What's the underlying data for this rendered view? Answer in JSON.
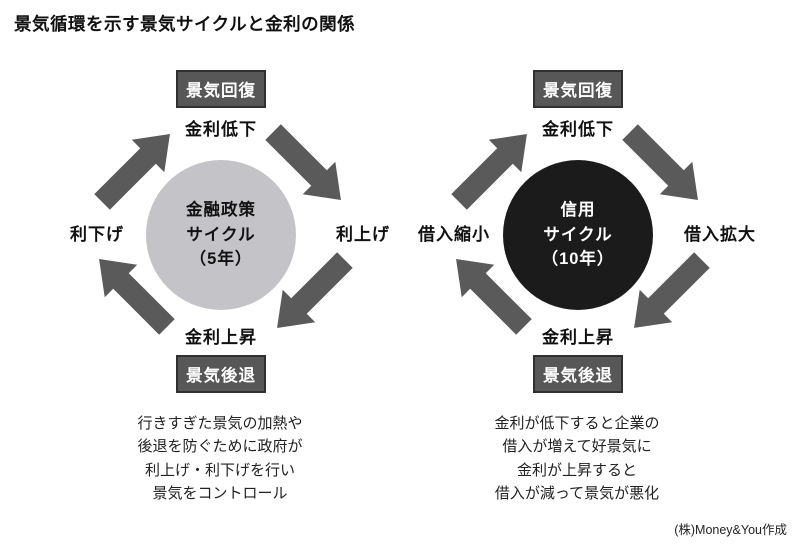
{
  "title": "景気循環を示す景気サイクルと金利の関係",
  "colors": {
    "box_fill": "#575757",
    "arrow": "#5a5a5a",
    "circle_monetary": "#c4c4c8",
    "circle_credit": "#1b1b1b"
  },
  "diagrams": [
    {
      "name": "金融政策サイクル",
      "top_box": "景気回復",
      "top_label": "金利低下",
      "right_label": "利上げ",
      "bottom_label": "金利上昇",
      "bottom_box": "景気後退",
      "left_label": "利下げ",
      "circle_line1": "金融政策",
      "circle_line2": "サイクル",
      "circle_line3": "（5年）",
      "caption_line1": "行きすぎた景気の加熱や",
      "caption_line2": "後退を防ぐために政府が",
      "caption_line3": "利上げ・利下げを行い",
      "caption_line4": "景気をコントロール"
    },
    {
      "name": "信用サイクル",
      "top_box": "景気回復",
      "top_label": "金利低下",
      "right_label": "借入拡大",
      "bottom_label": "金利上昇",
      "bottom_box": "景気後退",
      "left_label": "借入縮小",
      "circle_line1": "信用",
      "circle_line2": "サイクル",
      "circle_line3": "（10年）",
      "caption_line1": "金利が低下すると企業の",
      "caption_line2": "借入が増えて好景気に",
      "caption_line3": "金利が上昇すると",
      "caption_line4": "借入が減って景気が悪化"
    }
  ],
  "credit": "(株)Money&You作成"
}
